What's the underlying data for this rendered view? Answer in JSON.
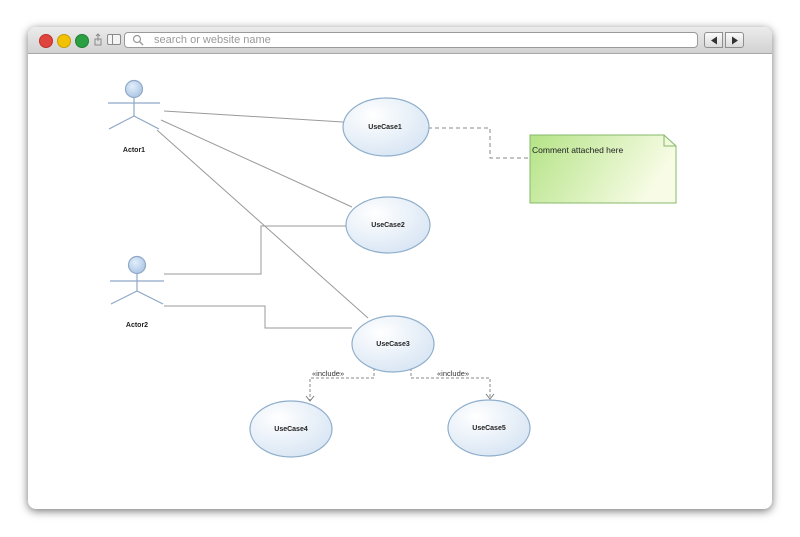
{
  "browser": {
    "address_placeholder": "search or website name",
    "icons": [
      "close-light",
      "minimize-light",
      "zoom-light",
      "share-icon",
      "sidebar-icon",
      "search-icon",
      "back-arrow-icon",
      "forward-arrow-icon"
    ]
  },
  "diagram": {
    "actors": {
      "actor1": "Actor1",
      "actor2": "Actor2"
    },
    "use_cases": {
      "uc1": "UseCase1",
      "uc2": "UseCase2",
      "uc3": "UseCase3",
      "uc4": "UseCase4",
      "uc5": "UseCase5"
    },
    "relations": {
      "include_left": "«include»",
      "include_right": "«include»"
    },
    "comment": "Comment attached here"
  },
  "colors": {
    "usecase_fill_top": "#ffffff",
    "usecase_fill_bottom": "#dce8f5",
    "usecase_stroke": "#8faecb",
    "actor_fill": "#bfd5ee",
    "actor_stroke": "#8fa8c6",
    "line": "#9a9a9a",
    "comment_fill_left": "#b8e68a",
    "comment_fill_right": "#f6fbe0",
    "comment_stroke": "#86b86a"
  }
}
